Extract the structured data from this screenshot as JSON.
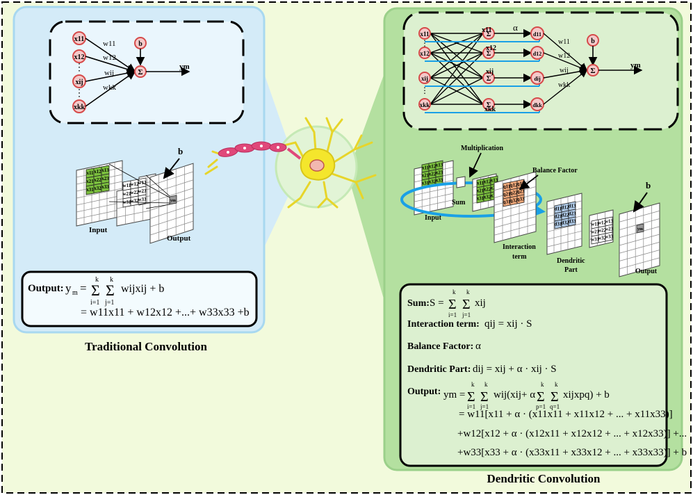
{
  "titles": {
    "traditional": "Traditional Convolution",
    "dendritic": "Dendritic Convolution"
  },
  "traditional_net": {
    "inputs": [
      "x11",
      "x12",
      "xij",
      "xkk"
    ],
    "weights": [
      "w11",
      "w12",
      "wij",
      "wkk"
    ],
    "bias": "b",
    "sum_symbol": "Σ",
    "output": "ym",
    "ellipsis": "⋮"
  },
  "traditional_conv": {
    "bias": "b",
    "input_label": "Input",
    "output_label": "Output",
    "input_cells": [
      "x11",
      "x12",
      "x13",
      "x21",
      "x22",
      "x23",
      "x31",
      "x32",
      "x33"
    ],
    "kernel_cells": [
      "w11",
      "w12",
      "w13",
      "w21",
      "w22",
      "w23",
      "w31",
      "w32",
      "w33"
    ],
    "output_cell": "ym"
  },
  "traditional_formula": {
    "label": "Output:",
    "line1_lhs": "y",
    "line1_lhs_sub": "m",
    "eq": "=",
    "sum_top": "k",
    "sum_bot_i": "i=1",
    "sum_bot_j": "j=1",
    "line1_body": "wijxij + b",
    "line2": "= w11x11 + w12x12 +...+ w33x33 +b"
  },
  "dendritic_net": {
    "inputs": [
      "x11",
      "x12",
      "xij",
      "xkk"
    ],
    "mid_labels": [
      "x11",
      "x12",
      "xij",
      "xkk"
    ],
    "alpha": "α",
    "d_nodes": [
      "d11",
      "d12",
      "dij",
      "dkk"
    ],
    "weights": [
      "w11",
      "w12",
      "wij",
      "wkk"
    ],
    "bias": "b",
    "sum_symbol": "Σ",
    "output": "ym"
  },
  "dendritic_conv": {
    "multiplication": "Multiplication",
    "balance_factor": "Balance Factor",
    "sum": "Sum",
    "input_label": "Input",
    "interaction_label_1": "Interaction",
    "interaction_label_2": "term",
    "dendritic_label_1": "Dendritic",
    "dendritic_label_2": "Part",
    "output_label": "Output",
    "bias": "b"
  },
  "dendritic_formulas": {
    "sum_label": "Sum:",
    "sum_expr": "S =",
    "sum_body": "xij",
    "interaction_label": "Interaction term:",
    "interaction_expr": "qij = xij · S",
    "balance_label": "Balance Factor:",
    "balance_expr": "α",
    "dendritic_label": "Dendritic Part:",
    "dendritic_expr": "dij = xij + α · xij · S",
    "output_label": "Output:",
    "out_line1": "ym =",
    "out_line1_body": "wij(xij+ α",
    "out_line1_tail": "xijxpq) + b",
    "out_line2": "= w11[x11 + α · (x11x11 + x11x12 + ... + x11x33)]",
    "out_line3": "+w12[x12 + α · (x12x11 + x12x12 + ... + x12x33)] +...",
    "out_line4": "+w33[x33 + α · (x33x11 + x33x12 + ... + x33x33)] + b",
    "sum_top": "k",
    "i1": "i=1",
    "j1": "j=1",
    "p1": "p=1",
    "q1": "q=1"
  },
  "colors": {
    "left_panel": "#d4ebf8",
    "left_border": "#a8d8f0",
    "right_panel": "#b4e0a0",
    "right_border": "#9bd08a",
    "outer_bg": "#f2fadc",
    "node_fill": "#f4c9c9",
    "node_stroke": "#d64a4a",
    "green_cell": "#7bbf3e",
    "orange_cell": "#f2a97a",
    "blue_cell": "#b0cbe8",
    "cyan_line": "#1aa0e6",
    "neuron_yellow": "#f4e62c",
    "axon_pink": "#e0487a"
  }
}
